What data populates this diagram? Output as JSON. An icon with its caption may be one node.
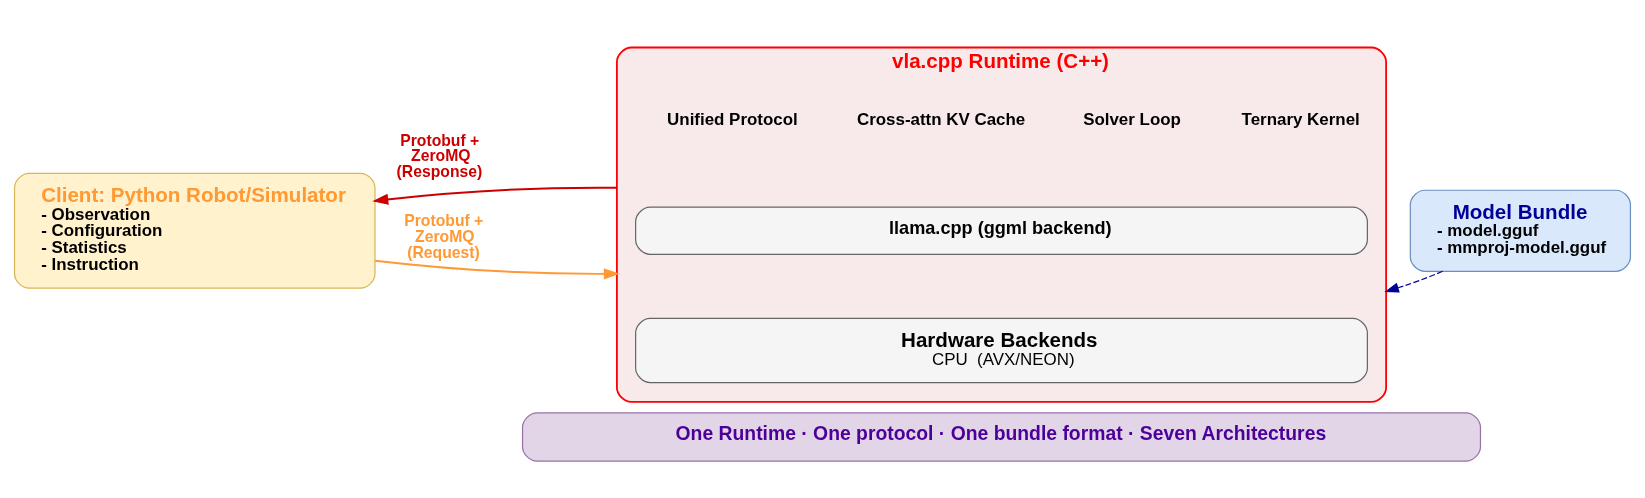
{
  "diagram": {
    "nodes": [
      {
        "text": [
          "Client: Python Robot/Simulator",
          "- Observation",
          "- Configuration",
          "- Statistics",
          "- Instruction"
        ]
      },
      {
        "text": [
          "vla.cpp Runtime (C++)"
        ]
      },
      {
        "text": [
          "Unified Protocol"
        ],
        "in": 1
      },
      {
        "text": [
          "Cross-attn KV Cache"
        ],
        "in": 1
      },
      {
        "text": [
          "Solver Loop"
        ],
        "in": 1
      },
      {
        "text": [
          "Ternary Kernel"
        ],
        "in": 1
      },
      {
        "text": [
          "llama.cpp (ggml backend)"
        ],
        "in": 1
      },
      {
        "text": [
          "Hardware Backends",
          "CPU  (AVX/NEON)"
        ],
        "in": 1
      },
      {
        "text": [
          "Model Bundle",
          "- model.gguf",
          "- mmproj-model.gguf"
        ]
      },
      {
        "text": [
          "One Runtime · One protocol · One bundle format · Seven Architectures"
        ]
      }
    ],
    "edges": [
      {
        "from": 0,
        "to": 1,
        "arrow": "to",
        "label": "Protobuf + ZeroMQ (Request)",
        "color": "#ff9933"
      },
      {
        "from": 1,
        "to": 0,
        "arrow": "to",
        "label": "Protobuf + ZeroMQ (Response)",
        "color": "#cc0000"
      },
      {
        "from": 8,
        "to": 1,
        "arrow": "to",
        "style": "dashed",
        "color": "#000099"
      }
    ]
  }
}
